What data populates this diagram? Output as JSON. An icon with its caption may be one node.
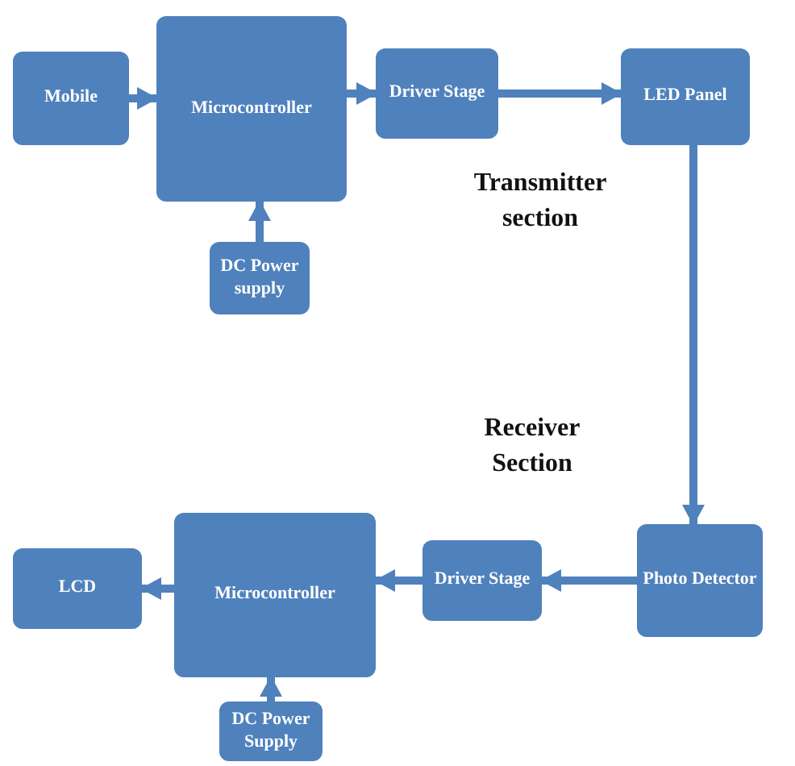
{
  "diagram": {
    "nodes": [
      {
        "text": [
          "Mobile"
        ]
      },
      {
        "text": [
          "Microcontroller"
        ]
      },
      {
        "text": [
          "DC Power supply"
        ]
      },
      {
        "text": [
          "Driver Stage"
        ]
      },
      {
        "text": [
          "LED Panel"
        ]
      },
      {
        "text": [
          "Photo Detector"
        ]
      },
      {
        "text": [
          "Driver Stage"
        ]
      },
      {
        "text": [
          "Microcontroller"
        ]
      },
      {
        "text": [
          "LCD"
        ]
      },
      {
        "text": [
          "DC Power Supply"
        ]
      }
    ],
    "edges": [
      {
        "from": 0,
        "to": 1,
        "arrow": "to"
      },
      {
        "from": 2,
        "to": 1,
        "arrow": "to"
      },
      {
        "from": 1,
        "to": 3,
        "arrow": "to"
      },
      {
        "from": 3,
        "to": 4,
        "arrow": "to"
      },
      {
        "from": 4,
        "to": 5,
        "arrow": "to"
      },
      {
        "from": 5,
        "to": 6,
        "arrow": "to"
      },
      {
        "from": 6,
        "to": 7,
        "arrow": "to"
      },
      {
        "from": 7,
        "to": 8,
        "arrow": "to"
      },
      {
        "from": 9,
        "to": 7,
        "arrow": "to"
      }
    ],
    "labels": [
      "Transmitter section",
      "Receiver Section"
    ]
  }
}
